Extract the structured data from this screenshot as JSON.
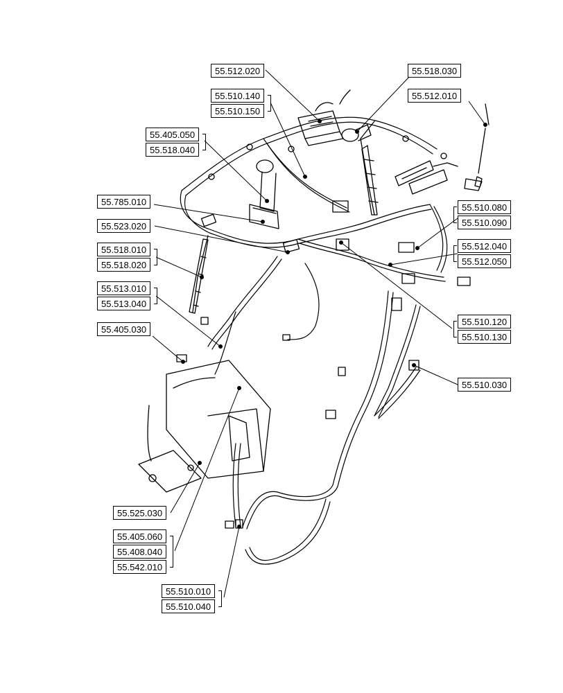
{
  "labels": {
    "l1": "55.512.020",
    "l2": "55.518.030",
    "l3": "55.510.140",
    "l4": "55.510.150",
    "l5": "55.512.010",
    "l6": "55.405.050",
    "l7": "55.518.040",
    "l8": "55.785.010",
    "l9": "55.510.080",
    "l10": "55.510.090",
    "l11": "55.523.020",
    "l12": "55.512.040",
    "l13": "55.512.050",
    "l14": "55.518.010",
    "l15": "55.518.020",
    "l16": "55.513.010",
    "l17": "55.513.040",
    "l18": "55.510.120",
    "l19": "55.510.130",
    "l20": "55.405.030",
    "l21": "55.510.030",
    "l22": "55.525.030",
    "l23": "55.405.060",
    "l24": "55.408.040",
    "l25": "55.542.010",
    "l26": "55.510.010",
    "l27": "55.510.040"
  }
}
